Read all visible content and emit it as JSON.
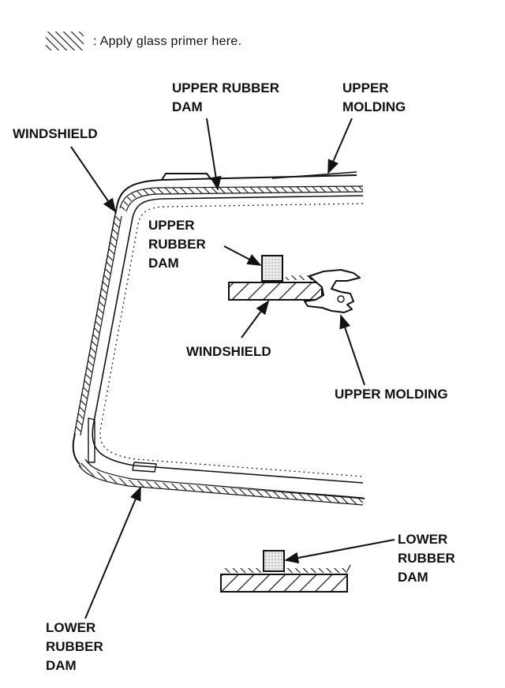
{
  "legend": {
    "symbol": "hatch-swatch",
    "separator": ":",
    "text": "Apply glass primer here."
  },
  "labels": {
    "upper_rubber_dam_top": [
      "UPPER RUBBER",
      "DAM"
    ],
    "upper_molding_top": [
      "UPPER",
      "MOLDING"
    ],
    "windshield_left": [
      "WINDSHIELD"
    ],
    "upper_rubber_dam_detail": [
      "UPPER",
      "RUBBER",
      "DAM"
    ],
    "windshield_detail": [
      "WINDSHIELD"
    ],
    "upper_molding_detail": [
      "UPPER MOLDING"
    ],
    "lower_rubber_dam_detail": [
      "LOWER",
      "RUBBER",
      "DAM"
    ],
    "lower_rubber_dam_bottom": [
      "LOWER",
      "RUBBER",
      "DAM"
    ]
  },
  "colors": {
    "ink": "#111111",
    "background": "#ffffff",
    "dam_fill": "#e6e6e6"
  }
}
